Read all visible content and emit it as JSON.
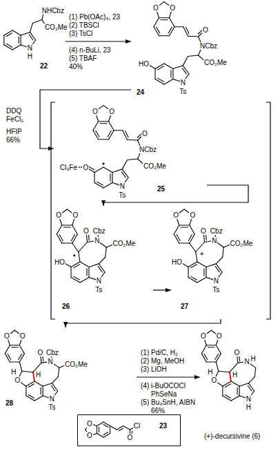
{
  "diagram": {
    "nodes": [
      {
        "text": [
          "22"
        ]
      },
      {
        "text": [
          "24"
        ]
      },
      {
        "text": [
          "25"
        ]
      },
      {
        "text": [
          "26"
        ]
      },
      {
        "text": [
          "27"
        ]
      },
      {
        "text": [
          "28"
        ]
      },
      {
        "text": [
          "(+)-decursivine (6)"
        ]
      },
      {
        "text": [
          "23"
        ]
      }
    ],
    "edges": [
      {
        "from": 0,
        "to": 1,
        "arrow": "to"
      },
      {
        "from": 1,
        "to": 2,
        "arrow": "to"
      },
      {
        "from": 2,
        "to": 3,
        "arrow": "to"
      },
      {
        "from": 3,
        "to": 4,
        "arrow": "to"
      },
      {
        "from": 4,
        "to": 5,
        "arrow": "to"
      },
      {
        "from": 5,
        "to": 6,
        "arrow": "to"
      }
    ],
    "labels": [
      "(1) Pb(OAc)₄, 23",
      "(2) TBSCl",
      "(3) TsCl",
      "(4) n-BuLi, 23",
      "(5) TBAF",
      "40%",
      "NHCbz",
      "CO₂Me",
      "N",
      "H",
      "O",
      "O",
      "O",
      "NCbz",
      "HO",
      "CO₂Me",
      "N",
      "Ts",
      "DDQ",
      "FeCl₃",
      "HFIP",
      "66%",
      "O",
      "O",
      "O",
      "NCbz",
      "Cl₃Fe",
      "O",
      "CO₂Me",
      "N",
      "Ts",
      "O",
      "O",
      "O",
      "Cbz",
      "N",
      "CO₂Me",
      "HO",
      "N",
      "Ts",
      "O",
      "O",
      "O",
      "Cbz",
      "N",
      "CO₂Me",
      "+",
      "HO",
      "N",
      "Ts",
      "O",
      "O",
      "H",
      "H",
      "O",
      "Cbz",
      "N",
      "CO₂Me",
      "O",
      "N",
      "Ts",
      "(1) Pd/C, H₂",
      "(2) Mg, MeOH",
      "(3) LiOH",
      "(4) i-BuOCOCl",
      "PhSeNa",
      "(5) Bu₃SnH, AIBN",
      "66%",
      "O",
      "O",
      "H",
      "H",
      "O",
      "N",
      "H",
      "O",
      "N",
      "H",
      "O",
      "O",
      "O",
      "Cl"
    ]
  }
}
